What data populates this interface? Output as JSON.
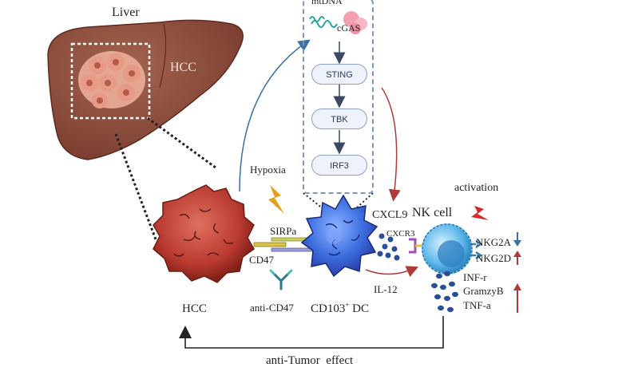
{
  "labels": {
    "liver": "Liver",
    "hcc_in_liver": "HCC",
    "mtdna": "mtDNA",
    "cgas": "cGAS",
    "hypoxia": "Hypoxia",
    "sirpa": "SIRPa",
    "cd47": "CD47",
    "anti_cd47": "anti-CD47",
    "hcc_cell": "HCC",
    "dc_main": "CD103",
    "dc_sup": "+",
    "dc_tail": " DC",
    "cxcl9": "CXCL9",
    "cxcr3": "CXCR3",
    "nk_cell": "NK cell",
    "activation": "activation",
    "il12": "IL-12",
    "nkg2a": "NKG2A",
    "nkg2d": "NKG2D",
    "inf_r": "INF-r",
    "gramzyb": "GramzyB",
    "tnf_a": "TNF-a",
    "anti_tumor": "anti-Tumor  effect"
  },
  "pathway": [
    "STING",
    "TBK",
    "IRF3"
  ],
  "colors": {
    "liver": "#8a4b3c",
    "liver_dark": "#6e3528",
    "tumor": "#c0473c",
    "dc": "#3b6fd8",
    "nk": "#4aa8e0",
    "pathway_border": "#8ea0bf",
    "arrow_blue": "#3a6ea5",
    "arrow_red": "#b03a3a",
    "lightning": "#e0a020",
    "lightning_red": "#d42a2a"
  },
  "icons": [
    "lightning-icon",
    "antibody-icon",
    "receptor-icon",
    "up-arrow-icon",
    "down-arrow-icon"
  ]
}
